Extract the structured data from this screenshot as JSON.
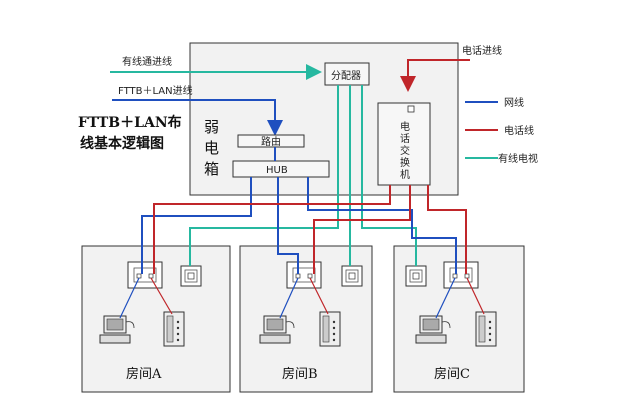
{
  "title_line1": "FTTB＋LAN布",
  "title_line2": "线基本逻辑图",
  "weak_box_label": [
    "弱",
    "电",
    "箱"
  ],
  "inputs": {
    "cable_tv_in": "有线通进线",
    "lan_in": "FTTB＋LAN进线",
    "phone_in": "电话进线"
  },
  "devices": {
    "splitter": "分配器",
    "router": "路由",
    "hub": "HUB",
    "pbx": [
      "电",
      "话",
      "交",
      "换",
      "机"
    ]
  },
  "legend": [
    {
      "label": "网线",
      "color": "#1f4fbf"
    },
    {
      "label": "电话线",
      "color": "#c0262a"
    },
    {
      "label": "有线电视",
      "color": "#26b8a0"
    }
  ],
  "rooms": [
    "房间A",
    "房间B",
    "房间C"
  ],
  "colors": {
    "network": "#1f4fbf",
    "phone": "#c0262a",
    "tv": "#26b8a0",
    "box_fill": "#f2f2f2",
    "box_stroke": "#333333"
  }
}
